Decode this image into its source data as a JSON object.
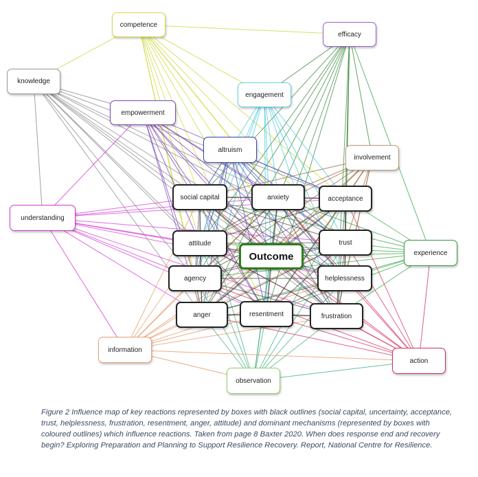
{
  "nodes": {
    "competence": {
      "label": "competence",
      "color": "#d8d84a"
    },
    "efficacy": {
      "label": "efficacy",
      "color": "#9b5fd0"
    },
    "knowledge": {
      "label": "knowledge",
      "color": "#9a9a9a"
    },
    "engagement": {
      "label": "engagement",
      "color": "#5fd4e6"
    },
    "empowerment": {
      "label": "empowerment",
      "color": "#7b46b8"
    },
    "altruism": {
      "label": "altruism",
      "color": "#3446a8"
    },
    "involvement": {
      "label": "involvement",
      "color": "#b89a78"
    },
    "understanding": {
      "label": "understanding",
      "color": "#d03ad0"
    },
    "social_capital": {
      "label": "social capital",
      "color": "#222222"
    },
    "anxiety": {
      "label": "anxiety",
      "color": "#222222"
    },
    "acceptance": {
      "label": "acceptance",
      "color": "#222222"
    },
    "attitude": {
      "label": "attitude",
      "color": "#222222"
    },
    "outcome": {
      "label": "Outcome",
      "color": "#2e7d1e"
    },
    "trust": {
      "label": "trust",
      "color": "#222222"
    },
    "experience": {
      "label": "experience",
      "color": "#3c9a3c"
    },
    "agency": {
      "label": "agency",
      "color": "#222222"
    },
    "helplessness": {
      "label": "helplessness",
      "color": "#222222"
    },
    "anger": {
      "label": "anger",
      "color": "#222222"
    },
    "resentment": {
      "label": "resentment",
      "color": "#222222"
    },
    "frustration": {
      "label": "frustration",
      "color": "#222222"
    },
    "information": {
      "label": "information",
      "color": "#e8a07a"
    },
    "action": {
      "label": "action",
      "color": "#d0305a"
    },
    "observation": {
      "label": "observation",
      "color": "#8fd06a"
    }
  },
  "caption": "Figure 2 Influence map of key reactions represented by boxes with black outlines (social capital, uncertainty, acceptance, trust, helplessness, frustration, resentment, anger, attitude) and dominant mechanisms (represented by boxes with coloured outlines) which influence reactions. Taken from page 8 Baxter 2020. When does response end and recovery begin? Exploring Preparation and Planning to Support Resilience Recovery. Report, National Centre for Resilience."
}
